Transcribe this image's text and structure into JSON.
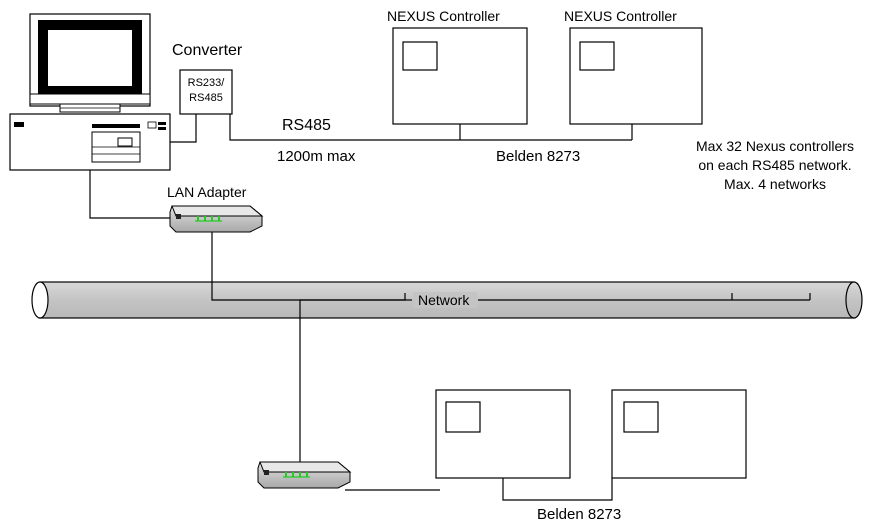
{
  "labels": {
    "controller_top_left": "NEXUS Controller",
    "controller_top_right": "NEXUS Controller",
    "converter_title": "Converter",
    "converter_line1": "RS233/",
    "converter_line2": "RS485",
    "rs485": "RS485",
    "distance": "1200m max",
    "cable_top": "Belden 8273",
    "cable_bottom": "Belden 8273",
    "lan_adapter": "LAN Adapter",
    "network": "Network",
    "note_line1": "Max 32 Nexus controllers",
    "note_line2": "on each RS485 network.",
    "note_line3": "Max. 4 networks"
  },
  "colors": {
    "line": "#000000",
    "device_body": "#ffffff",
    "network_pipe": "#c8c8c8",
    "led_green": "#22cc22"
  }
}
